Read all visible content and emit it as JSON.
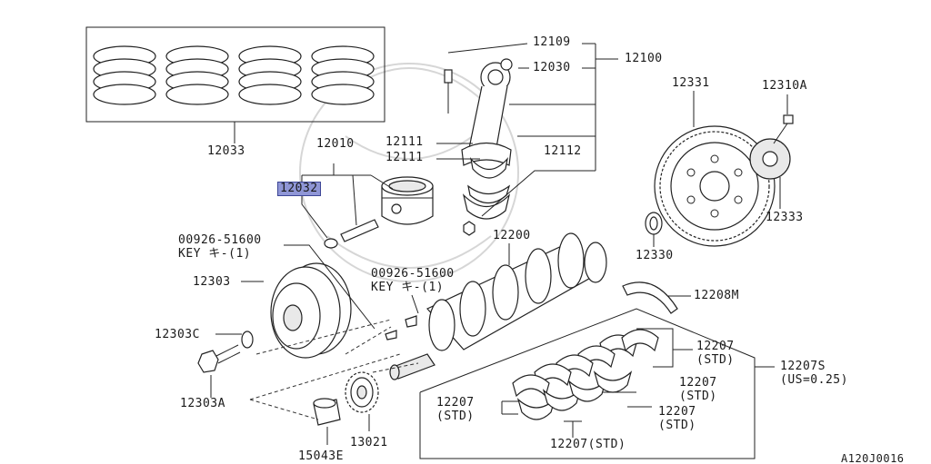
{
  "diagram_id": "A120J0016",
  "labels": {
    "p12033": "12033",
    "p12010": "12010",
    "p12032": "12032",
    "p12109": "12109",
    "p12030": "12030",
    "p12100": "12100",
    "p12111a": "12111",
    "p12111b": "12111",
    "p12112": "12112",
    "p12331": "12331",
    "p12310A": "12310A",
    "p12333": "12333",
    "p12330": "12330",
    "p12200": "12200",
    "key1_code": "00926-51600",
    "key1_text": "KEY キ-(1)",
    "key2_code": "00926-51600",
    "key2_text": "KEY キ-(1)",
    "p12303": "12303",
    "p12303C": "12303C",
    "p12303A": "12303A",
    "p12208M": "12208M",
    "p12207a": "12207",
    "p12207a_std": "(STD)",
    "p12207b": "12207",
    "p12207b_std": "(STD)",
    "p12207c": "12207",
    "p12207c_std": "(STD)",
    "p12207d": "12207",
    "p12207d_std": "(STD)",
    "p12207e": "12207(STD)",
    "p12207S": "12207S",
    "p12207S_us": "(US=0.25)",
    "p13021": "13021",
    "p15043E": "15043E"
  }
}
